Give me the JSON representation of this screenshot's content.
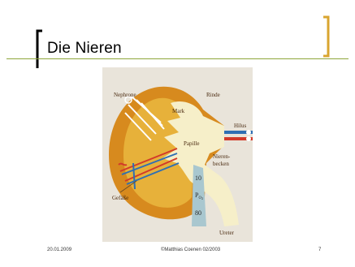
{
  "slide": {
    "title": "Die Nieren",
    "accent_color": "#d9a530",
    "rule_color": "#8fa63a"
  },
  "figure": {
    "background_color": "#e9e4da",
    "labels": {
      "nephrone": "Nephrone",
      "rinde": "Rinde",
      "mark": "Mark",
      "hilus": "Hilus",
      "papille": "Papille",
      "nierenbecken_line1": "Nieren-",
      "nierenbecken_line2": "becken",
      "gefaesse": "Gefäße",
      "ureter": "Ureter",
      "scale_top": "10",
      "scale_mid": "P",
      "scale_mid_sub": "O",
      "scale_mid_sub2": "2",
      "scale_bottom": "80"
    }
  },
  "footer": {
    "date": "20.01.2009",
    "copyright": "©Matthias Coenen 02/2003",
    "page": "7"
  }
}
